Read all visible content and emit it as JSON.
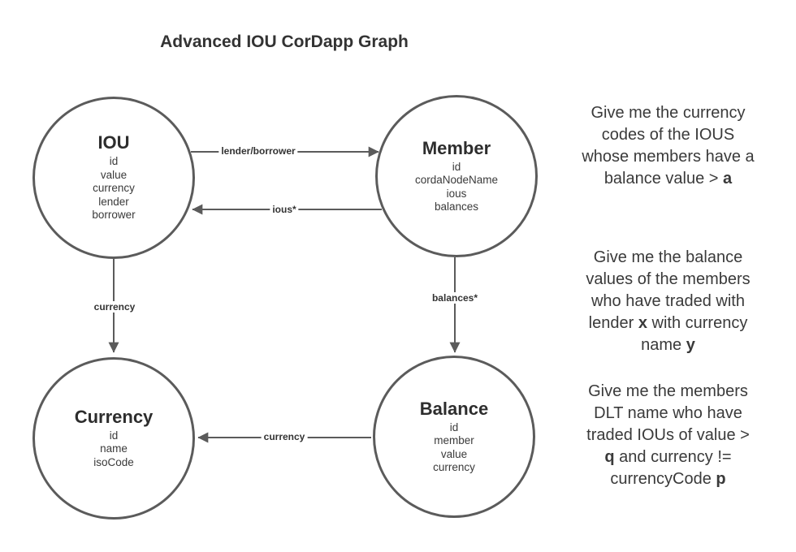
{
  "title": "Advanced IOU CorDapp Graph",
  "colors": {
    "outline": "#5b5b5b",
    "text": "#333333"
  },
  "nodes": {
    "iou": {
      "title": "IOU",
      "attrs": [
        "id",
        "value",
        "currency",
        "lender",
        "borrower"
      ]
    },
    "member": {
      "title": "Member",
      "attrs": [
        "id",
        "cordaNodeName",
        "ious",
        "balances"
      ]
    },
    "currency": {
      "title": "Currency",
      "attrs": [
        "id",
        "name",
        "isoCode"
      ]
    },
    "balance": {
      "title": "Balance",
      "attrs": [
        "id",
        "member",
        "value",
        "currency"
      ]
    }
  },
  "edges": {
    "lender_borrower": {
      "label": "lender/borrower",
      "from": "IOU",
      "to": "Member"
    },
    "ious": {
      "label": "ious*",
      "from": "Member",
      "to": "IOU"
    },
    "currency_from_iou": {
      "label": "currency",
      "from": "IOU",
      "to": "Currency"
    },
    "balances": {
      "label": "balances*",
      "from": "Member",
      "to": "Balance"
    },
    "currency_from_balance": {
      "label": "currency",
      "from": "Balance",
      "to": "Currency"
    }
  },
  "questions": {
    "q1": {
      "l1": "Give me the currency",
      "l2": "codes of the IOUS",
      "l3": "whose members have a",
      "l4a": "balance value > ",
      "l4b": "a"
    },
    "q2": {
      "l1": "Give me the balance",
      "l2": "values of the members",
      "l3": "who have traded with",
      "l4a": "lender ",
      "l4b": "x",
      "l4c": " with currency",
      "l5a": "name ",
      "l5b": "y"
    },
    "q3": {
      "l1": "Give me the members",
      "l2": "DLT name who have",
      "l3": "traded IOUs of value >",
      "l4a": "q",
      "l4b": " and currency !=",
      "l5a": "currencyCode ",
      "l5b": "p"
    }
  }
}
